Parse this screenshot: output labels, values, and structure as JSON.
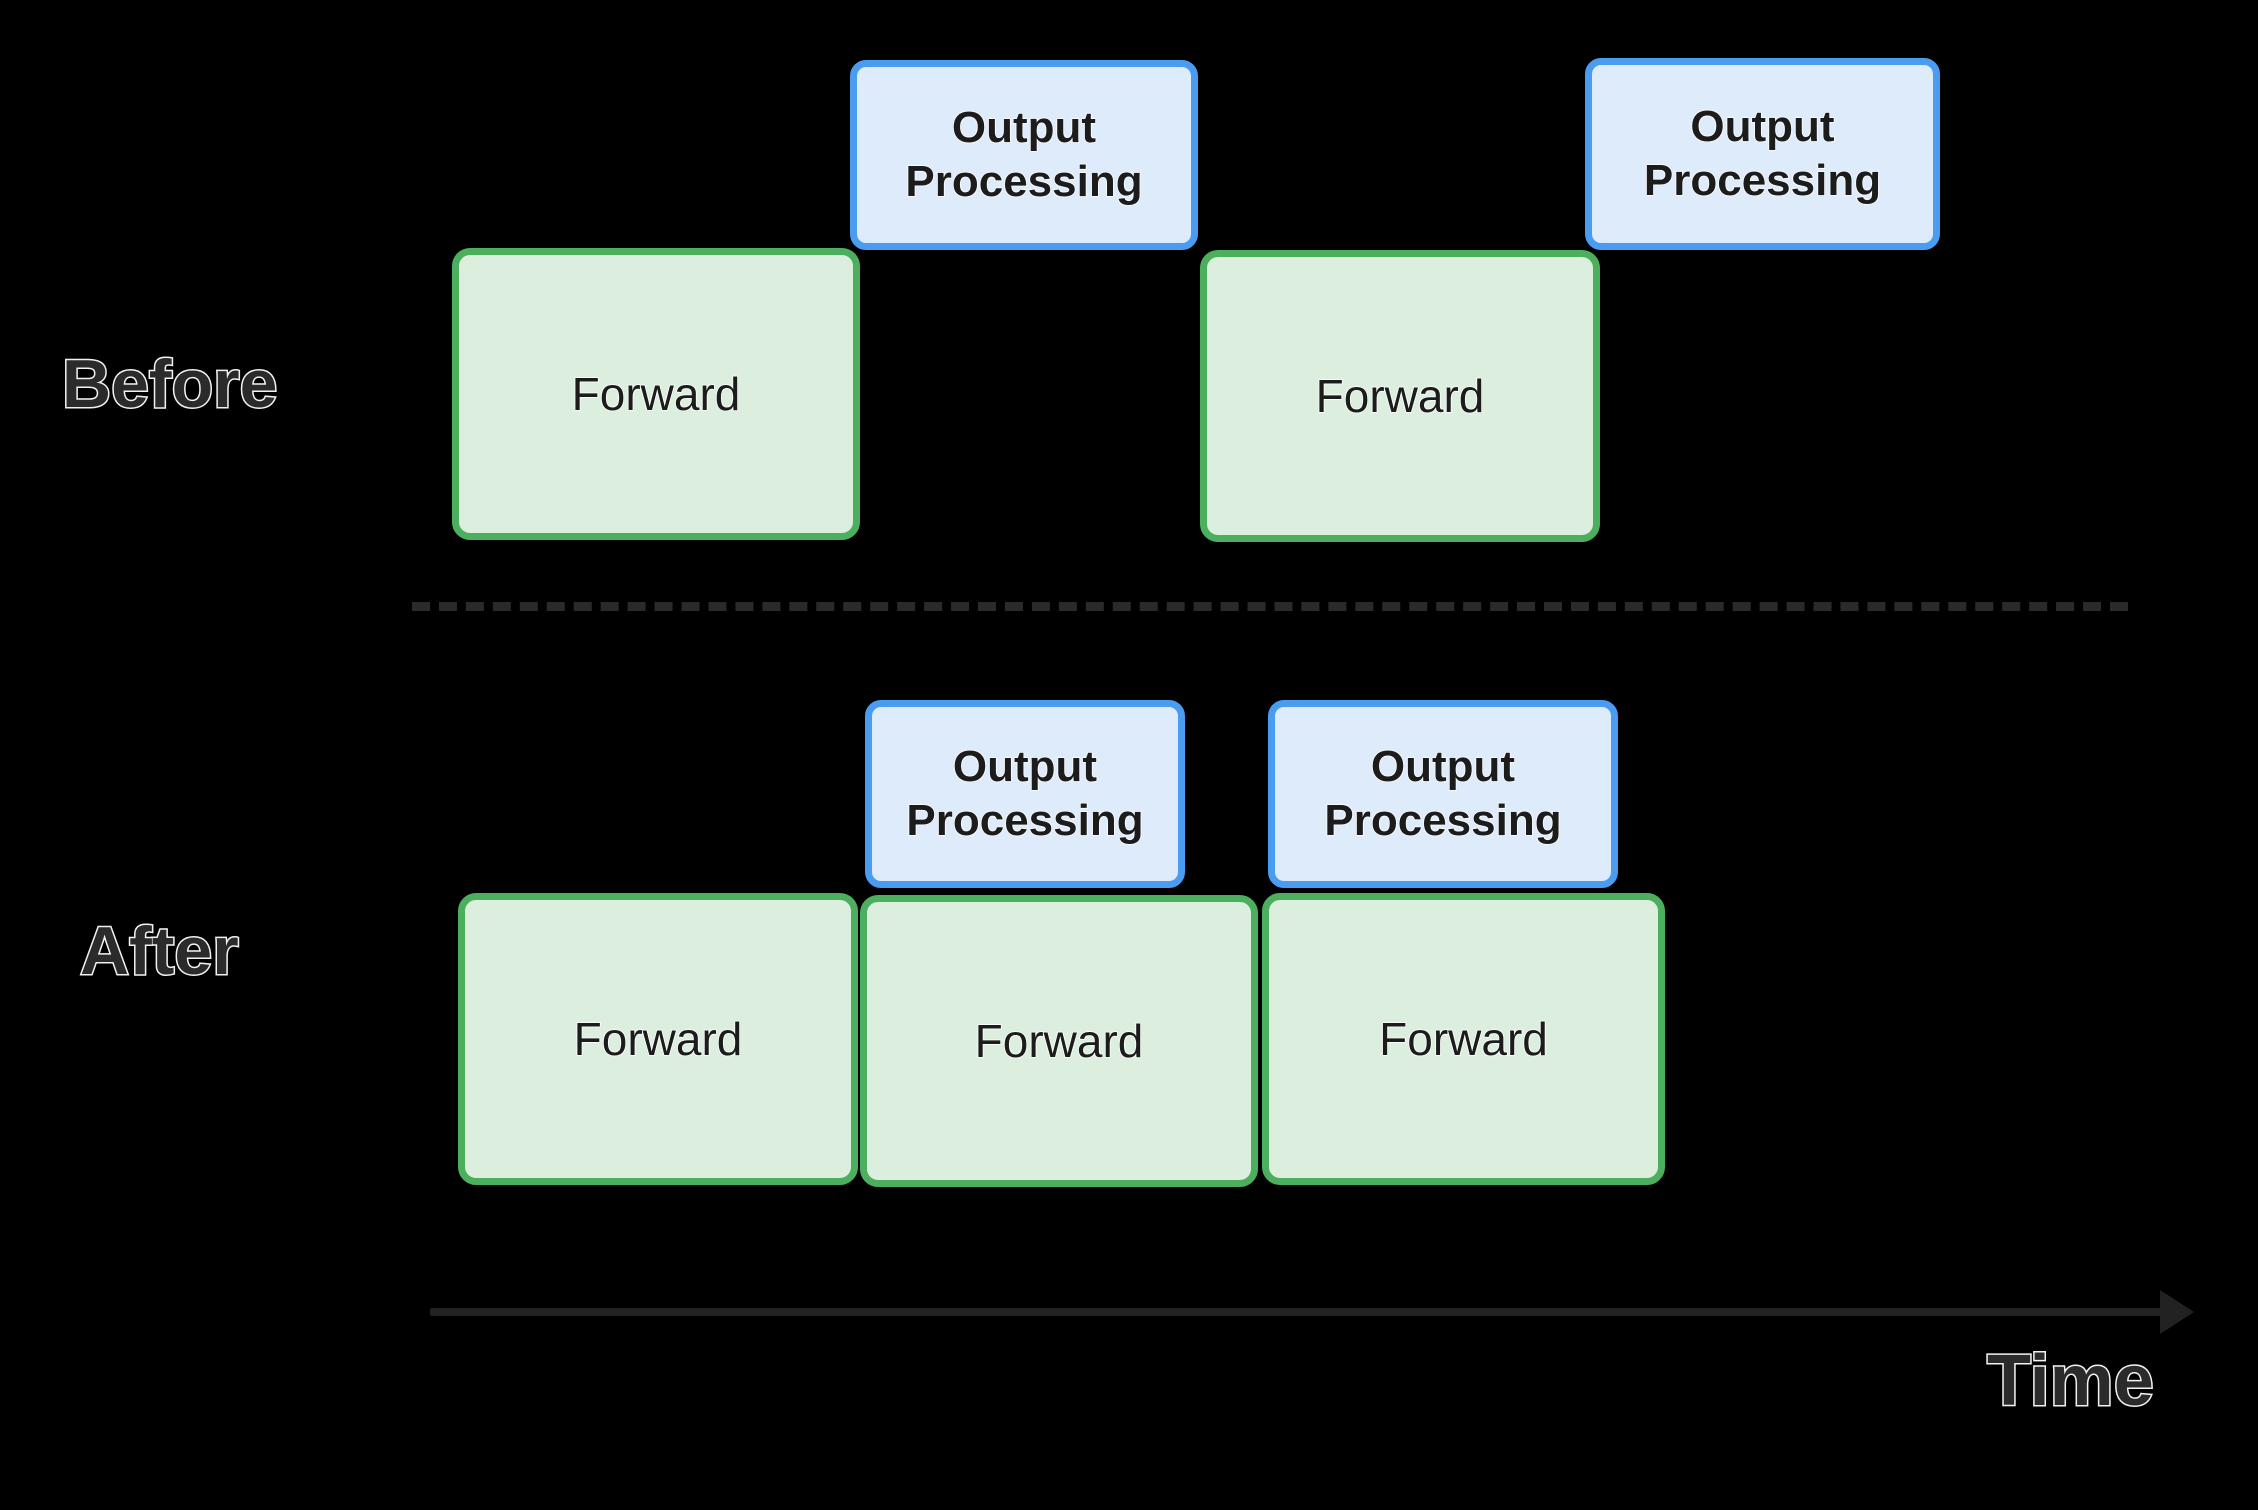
{
  "diagram": {
    "title_absent": true,
    "background_color": "#000000",
    "colors": {
      "forward_fill": "#dcefdf",
      "forward_border": "#4caf5e",
      "output_fill": "#deebfb",
      "output_border": "#4a9cf0",
      "divider": "#2a2a2a",
      "axis": "#222222",
      "label_fill": "#2b2b2b",
      "label_stroke": "#f2f2f2"
    },
    "rows": [
      {
        "label": "Before",
        "forward_blocks": [
          {
            "text": "Forward"
          },
          {
            "text": "Forward"
          }
        ],
        "output_blocks": [
          {
            "line1": "Output",
            "line2": "Processing"
          },
          {
            "line1": "Output",
            "line2": "Processing"
          }
        ]
      },
      {
        "label": "After",
        "forward_blocks": [
          {
            "text": "Forward"
          },
          {
            "text": "Forward"
          },
          {
            "text": "Forward"
          }
        ],
        "output_blocks": [
          {
            "line1": "Output",
            "line2": "Processing"
          },
          {
            "line1": "Output",
            "line2": "Processing"
          }
        ]
      }
    ],
    "axis": {
      "label": "Time"
    }
  }
}
